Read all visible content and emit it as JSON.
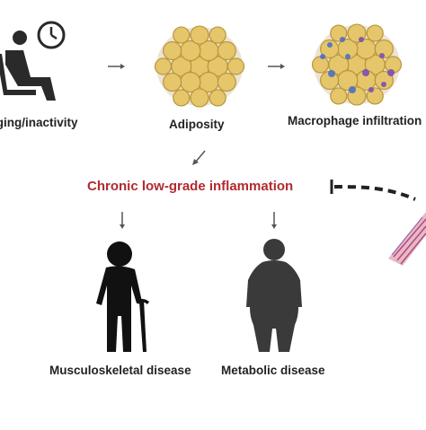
{
  "labels": {
    "aging": "Aging/inactivity",
    "adiposity": "Adiposity",
    "macrophage": "Macrophage infiltration",
    "inflammation": "Chronic low-grade inflammation",
    "musculoskeletal": "Musculoskeletal disease",
    "metabolic": "Metabolic disease"
  },
  "colors": {
    "inflammation_text": "#b22a2f",
    "adipocyte_fill": "#e6c66a",
    "adipocyte_stroke": "#b8963a",
    "macrophage_purple": "#7a4fb0",
    "macrophage_blue": "#4b6fc4",
    "figure_dark": "#111111",
    "figure_grey": "#3a3a3a",
    "arrow_grey": "#555555"
  },
  "icons": {
    "aging": "seated-person-clock-icon",
    "adipose": "adipocyte-cluster-icon",
    "macrophage": "macrophage-infiltrated-adipose-icon",
    "elderly": "elderly-person-with-cane-icon",
    "obese": "obese-person-icon",
    "muscle": "muscle-fiber-icon"
  }
}
